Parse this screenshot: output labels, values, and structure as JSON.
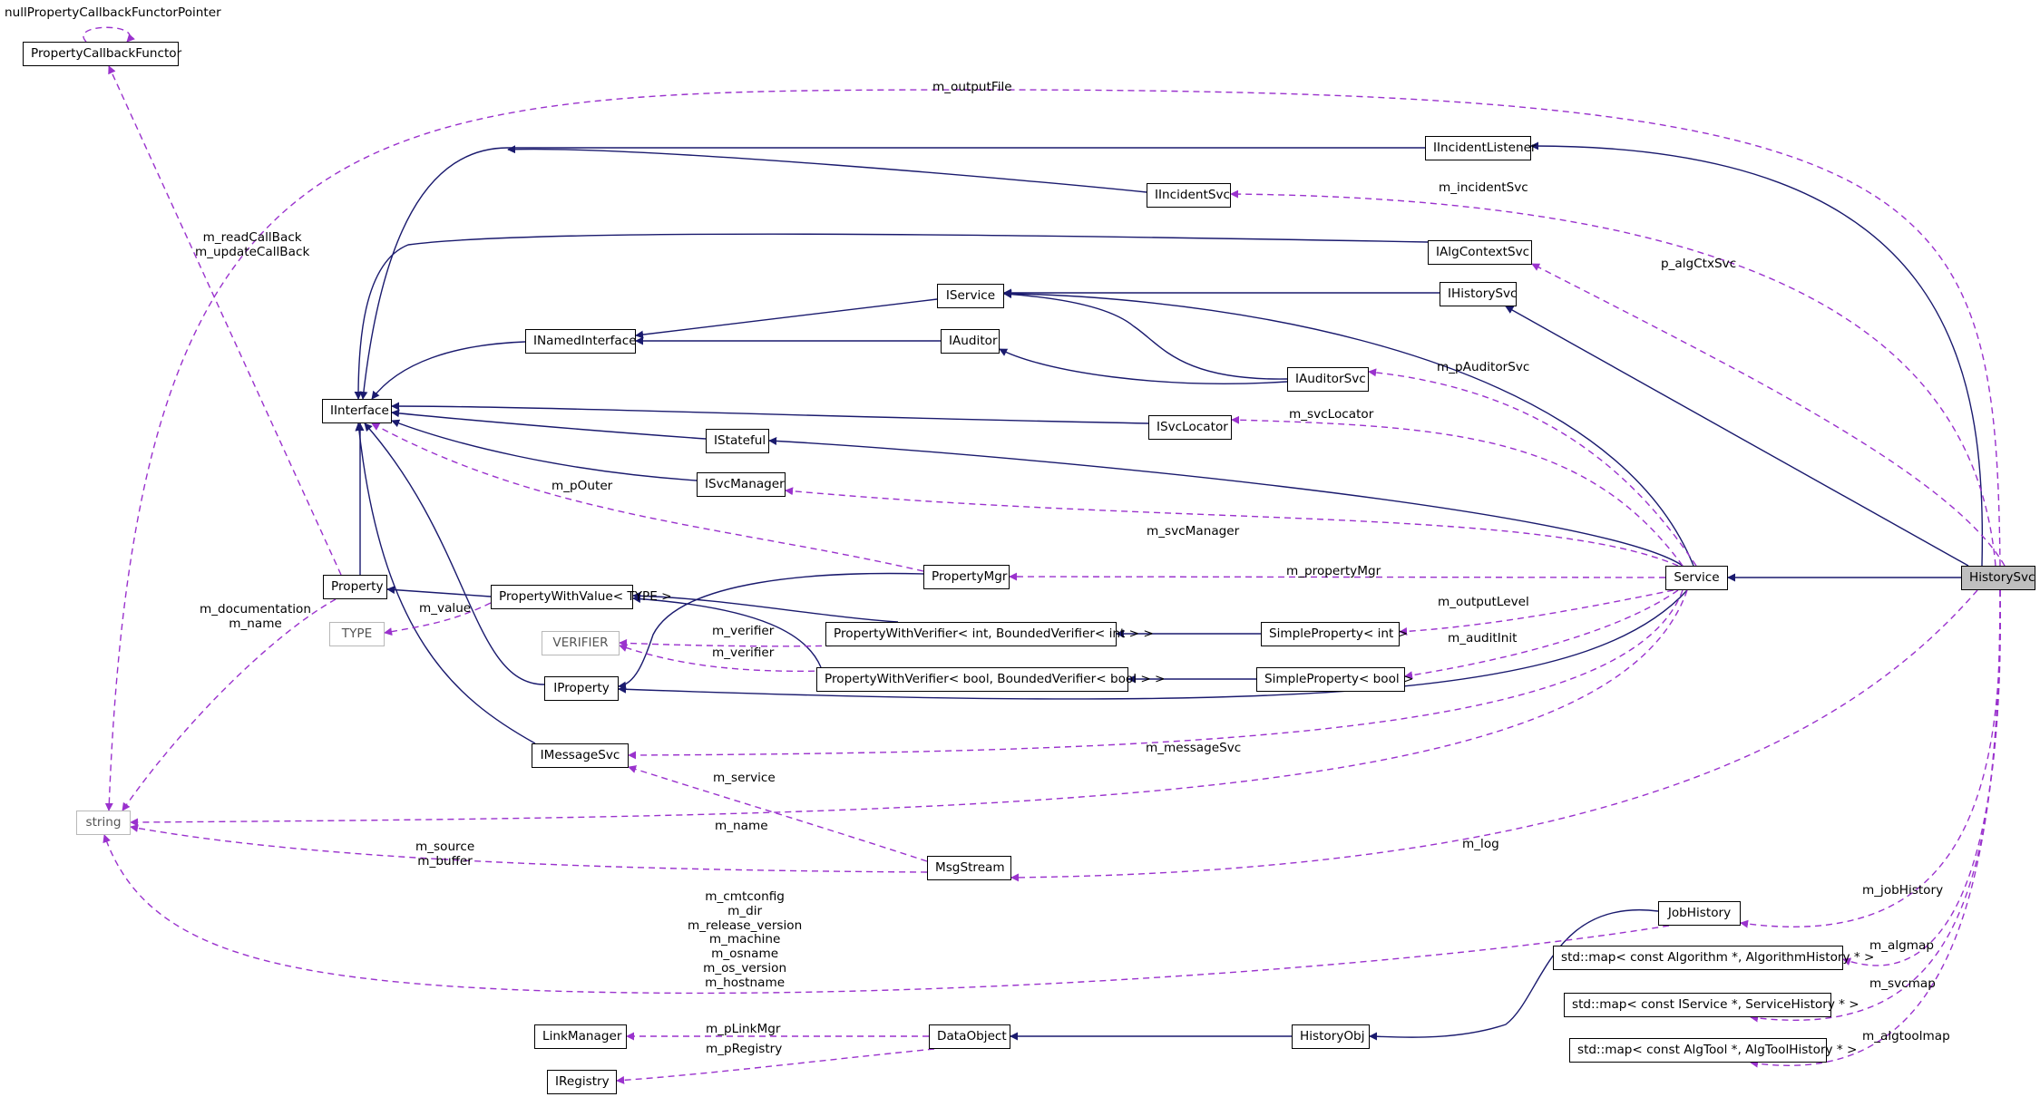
{
  "colors": {
    "inheritance": "#1a1a6e",
    "usage": "#9a32cd",
    "node_border": "#000000",
    "template_border": "#b8b8b8",
    "focus_fill": "#bfbfbf"
  },
  "nodes": {
    "property_callback_functor": "PropertyCallbackFunctor",
    "iincident_listener": "IIncidentListener",
    "iincident_svc": "IIncidentSvc",
    "ialg_context_svc": "IAlgContextSvc",
    "iservice": "IService",
    "ihistory_svc": "IHistorySvc",
    "inamed_interface": "INamedInterface",
    "iauditor": "IAuditor",
    "iauditor_svc": "IAuditorSvc",
    "iinterface": "IInterface",
    "isvc_locator": "ISvcLocator",
    "istateful": "IStateful",
    "isvc_manager": "ISvcManager",
    "property": "Property",
    "property_with_value": "PropertyWithValue< TYPE >",
    "property_mgr": "PropertyMgr",
    "service": "Service",
    "history_svc": "HistorySvc",
    "type": "TYPE",
    "verifier": "VERIFIER",
    "pwv_int": "PropertyWithVerifier< int, BoundedVerifier< int > >",
    "simple_property_int": "SimpleProperty< int >",
    "pwv_bool": "PropertyWithVerifier< bool, BoundedVerifier< bool > >",
    "simple_property_bool": "SimpleProperty< bool >",
    "iproperty": "IProperty",
    "imessage_svc": "IMessageSvc",
    "string": "string",
    "msg_stream": "MsgStream",
    "job_history": "JobHistory",
    "map_algorithm": "std::map< const Algorithm *, AlgorithmHistory * >",
    "map_iservice": "std::map< const IService *, ServiceHistory * >",
    "map_algtool": "std::map< const AlgTool *, AlgToolHistory * >",
    "link_manager": "LinkManager",
    "data_object": "DataObject",
    "history_obj": "HistoryObj",
    "iregistry": "IRegistry"
  },
  "labels": {
    "null_property_callback_functor_pointer": "nullPropertyCallbackFunctorPointer",
    "m_output_file": "m_outputFile",
    "m_read_update_callback": "m_readCallBack\nm_updateCallBack",
    "m_incident_svc": "m_incidentSvc",
    "p_alg_ctx_svc": "p_algCtxSvc",
    "m_p_auditor_svc": "m_pAuditorSvc",
    "m_svc_locator": "m_svcLocator",
    "m_p_outer": "m_pOuter",
    "m_svc_manager": "m_svcManager",
    "m_property_mgr": "m_propertyMgr",
    "m_documentation_name": "m_documentation\nm_name",
    "m_value": "m_value",
    "m_output_level": "m_outputLevel",
    "m_verifier_1": "m_verifier",
    "m_audit_init": "m_auditInit",
    "m_verifier_2": "m_verifier",
    "m_message_svc": "m_messageSvc",
    "m_service": "m_service",
    "m_name": "m_name",
    "m_log": "m_log",
    "m_source_buffer": "m_source\nm_buffer",
    "m_job_history": "m_jobHistory",
    "m_system_info": "m_cmtconfig\nm_dir\nm_release_version\nm_machine\nm_osname\nm_os_version\nm_hostname",
    "m_algmap": "m_algmap",
    "m_svcmap": "m_svcmap",
    "m_algtoolmap": "m_algtoolmap",
    "m_p_link_mgr": "m_pLinkMgr",
    "m_p_registry": "m_pRegistry"
  }
}
